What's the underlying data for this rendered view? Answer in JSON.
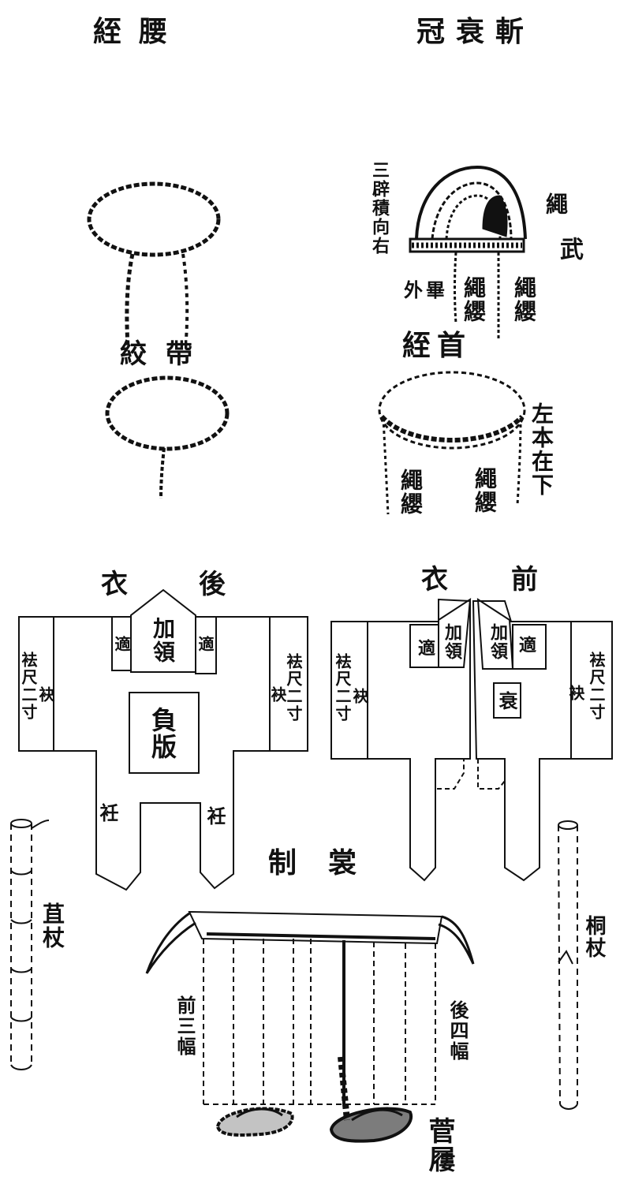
{
  "titles": {
    "waist_sash": "絰腰",
    "mourning_cap": "冠衰斬",
    "head_sash": "絰首",
    "robe_back": "衣後",
    "robe_front": "衣前",
    "skirt": "制裳"
  },
  "cap_labels": {
    "three_pleats": "三辟積向右",
    "wu": "武",
    "cord_top": "繩",
    "outer_bi": "外畢",
    "cord_ying_left": "繩纓",
    "cord_ying_right": "繩纓"
  },
  "sash_labels": {
    "twisted_belt": "絞帶",
    "left_base": "左本在下",
    "ying_left": "繩纓",
    "ying_right": "繩纓"
  },
  "robe_back_labels": {
    "collar": "加領",
    "lapel_left": "適",
    "lapel_right": "適",
    "sleeve_left": "袪尺二寸",
    "sleeve_left_mei": "袂",
    "sleeve_right": "袪尺二寸",
    "sleeve_right_mei": "袂",
    "burden_board": "負版",
    "hem_left": "衽",
    "hem_right": "衽"
  },
  "robe_front_labels": {
    "collar_left": "加領",
    "collar_right": "加領",
    "lapel_left": "適",
    "lapel_right": "適",
    "cui": "衰",
    "sleeve_left": "袪尺二寸",
    "sleeve_left_mei": "袂",
    "sleeve_right": "袪尺二寸",
    "sleeve_right_mei": "袂"
  },
  "skirt_labels": {
    "front_panels": "前三幅",
    "back_panels": "後四幅"
  },
  "accessory_labels": {
    "bamboo_staff": "苴杖",
    "wutong_staff": "桐杖",
    "straw_sandals": "菅屨"
  },
  "colors": {
    "ink": "#111111",
    "paper": "#ffffff"
  }
}
